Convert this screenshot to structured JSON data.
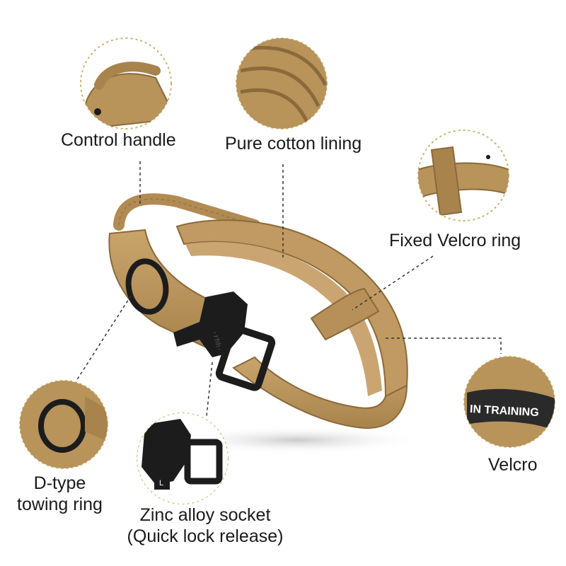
{
  "product": {
    "name": "Tactical dog collar",
    "color": "#b8935a",
    "color_light": "#c9a46b",
    "color_dark": "#8a6a3a",
    "hardware_color": "#1c1c1c"
  },
  "callouts": [
    {
      "id": "control-handle",
      "label": "Control handle"
    },
    {
      "id": "pure-cotton-lining",
      "label": "Pure cotton lining"
    },
    {
      "id": "fixed-velcro-ring",
      "label": "Fixed Velcro ring"
    },
    {
      "id": "velcro",
      "label": "Velcro",
      "patch_text": "IN TRAINING"
    },
    {
      "id": "d-type-towing-ring",
      "label": "D-type\ntowing ring"
    },
    {
      "id": "zinc-alloy-socket",
      "label": "Zinc alloy socket\n(Quick lock release)",
      "size_tag": "L"
    }
  ]
}
